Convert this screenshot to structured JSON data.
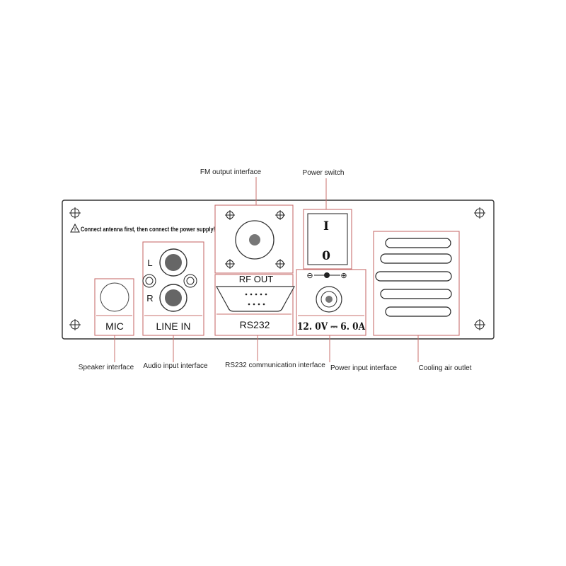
{
  "panel": {
    "warning_text": "Connect antenna first, then connect the power supply!"
  },
  "modules": {
    "mic_label": "MIC",
    "line_in_label": "LINE IN",
    "line_in_left": "L",
    "line_in_right": "R",
    "rf_out_label": "RF OUT",
    "rs232_label": "RS232",
    "switch_on": "I",
    "switch_off": "0",
    "power_rating": "12. 0V ⎓ 6. 0A",
    "polarity_minus": "⊖",
    "polarity_plus": "⊕"
  },
  "callouts": {
    "fm_output": "FM output interface",
    "power_switch": "Power switch",
    "speaker": "Speaker interface",
    "audio_input": "Audio input interface",
    "rs232": "RS232 communication interface",
    "power_input": "Power input interface",
    "cooling": "Cooling air outlet"
  },
  "colors": {
    "leader_line": "#c8706e",
    "outline": "#222222"
  }
}
